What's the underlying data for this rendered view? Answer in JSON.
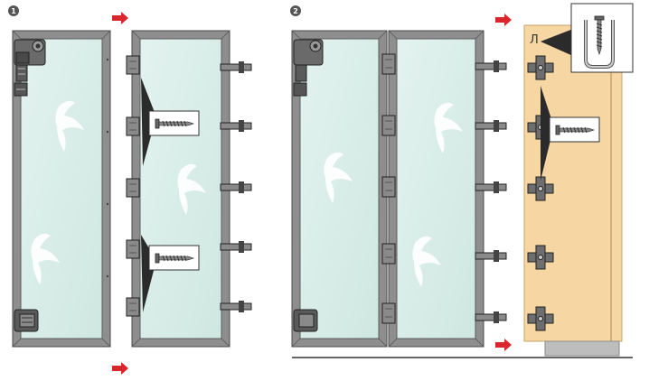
{
  "steps": [
    {
      "number": "1"
    },
    {
      "number": "2"
    }
  ],
  "inset_letter": "Л",
  "colors": {
    "frame": "#8e8e8e",
    "frame_dark": "#5c5c5c",
    "glass": "#d4ebe6",
    "cabinet": "#f6d6a3",
    "arrow": "#d8262c",
    "callout": "#2b2b2b",
    "floor": "#bdbdbd"
  },
  "icons": {
    "arrow": "arrow-right-icon",
    "screw": "screw-icon",
    "hinge": "hinge-icon",
    "roller": "roller-icon",
    "bracket": "bracket-icon",
    "mount": "cabinet-mount-icon"
  }
}
